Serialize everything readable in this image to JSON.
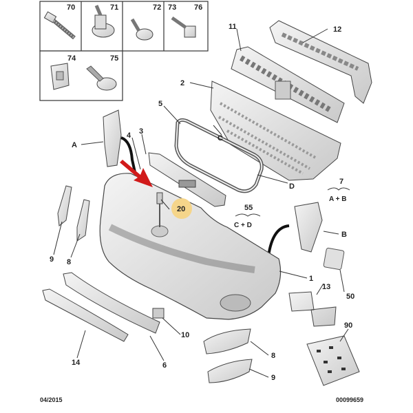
{
  "hardware_box": {
    "cells": [
      {
        "id": "hw-70",
        "label": "70"
      },
      {
        "id": "hw-71",
        "label": "71"
      },
      {
        "id": "hw-72-73-76",
        "label_a": "72",
        "label_b": "73",
        "label_c": "76"
      },
      {
        "id": "hw-74",
        "label": "74"
      },
      {
        "id": "hw-75",
        "label": "75"
      }
    ]
  },
  "callouts": {
    "c11": "11",
    "c12": "12",
    "c2": "2",
    "c5": "5",
    "cC": "C",
    "c3": "3",
    "c4": "4",
    "cA": "A",
    "cD": "D",
    "c7": "7",
    "c7sub": "A + B",
    "c55": "55",
    "c55sub": "C + D",
    "c20": "20",
    "cB": "B",
    "c9a": "9",
    "c8a": "8",
    "c1": "1",
    "c13": "13",
    "c50": "50",
    "c10": "10",
    "c14": "14",
    "c6": "6",
    "c8b": "8",
    "c9b": "9",
    "c90": "90"
  },
  "footer": {
    "date": "04/2015",
    "ref": "00099659"
  },
  "colors": {
    "highlight": "#f5d58a",
    "arrow": "#d11a1a",
    "outline": "#333333",
    "fill": "#e6e6e6"
  }
}
